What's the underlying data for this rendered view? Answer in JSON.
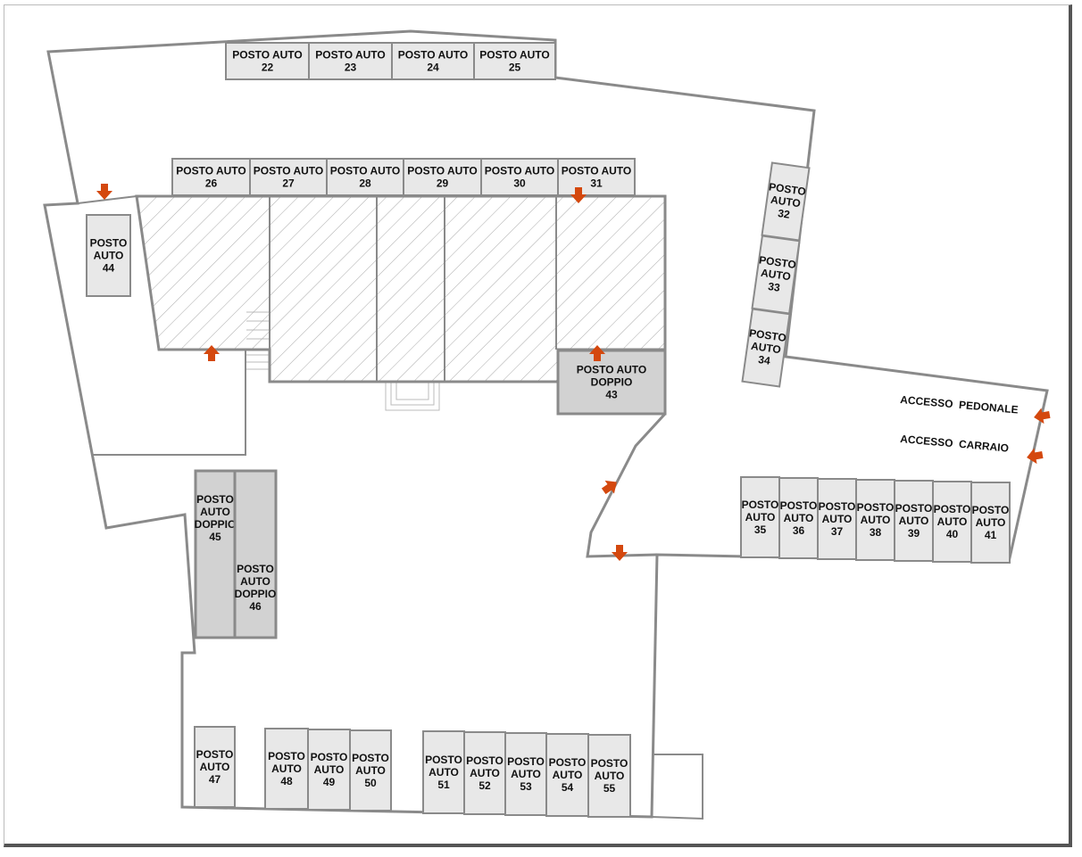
{
  "title": "Parking floor plan",
  "colors": {
    "wall": "#8a8a8a",
    "spot_fill": "#e8e8e8",
    "double_spot_fill": "#d2d2d2",
    "arrow": "#d4480e"
  },
  "spots": [
    {
      "id": "22",
      "lines": [
        "POSTO AUTO",
        "22"
      ]
    },
    {
      "id": "23",
      "lines": [
        "POSTO AUTO",
        "23"
      ]
    },
    {
      "id": "24",
      "lines": [
        "POSTO AUTO",
        "24"
      ]
    },
    {
      "id": "25",
      "lines": [
        "POSTO AUTO",
        "25"
      ]
    },
    {
      "id": "26",
      "lines": [
        "POSTO AUTO",
        "26"
      ]
    },
    {
      "id": "27",
      "lines": [
        "POSTO AUTO",
        "27"
      ]
    },
    {
      "id": "28",
      "lines": [
        "POSTO AUTO",
        "28"
      ]
    },
    {
      "id": "29",
      "lines": [
        "POSTO AUTO",
        "29"
      ]
    },
    {
      "id": "30",
      "lines": [
        "POSTO AUTO",
        "30"
      ]
    },
    {
      "id": "31",
      "lines": [
        "POSTO AUTO",
        "31"
      ]
    },
    {
      "id": "32",
      "lines": [
        "POSTO",
        "AUTO",
        "32"
      ]
    },
    {
      "id": "33",
      "lines": [
        "POSTO",
        "AUTO",
        "33"
      ]
    },
    {
      "id": "34",
      "lines": [
        "POSTO",
        "AUTO",
        "34"
      ]
    },
    {
      "id": "35",
      "lines": [
        "POSTO",
        "AUTO",
        "35"
      ]
    },
    {
      "id": "36",
      "lines": [
        "POSTO",
        "AUTO",
        "36"
      ]
    },
    {
      "id": "37",
      "lines": [
        "POSTO",
        "AUTO",
        "37"
      ]
    },
    {
      "id": "38",
      "lines": [
        "POSTO",
        "AUTO",
        "38"
      ]
    },
    {
      "id": "39",
      "lines": [
        "POSTO",
        "AUTO",
        "39"
      ]
    },
    {
      "id": "40",
      "lines": [
        "POSTO",
        "AUTO",
        "40"
      ]
    },
    {
      "id": "41",
      "lines": [
        "POSTO",
        "AUTO",
        "41"
      ]
    },
    {
      "id": "43",
      "lines": [
        "POSTO AUTO",
        "DOPPIO",
        "43"
      ],
      "double": true
    },
    {
      "id": "44",
      "lines": [
        "POSTO",
        "AUTO",
        "44"
      ]
    },
    {
      "id": "45",
      "lines": [
        "POSTO",
        "AUTO",
        "DOPPIO",
        "45"
      ],
      "double": true
    },
    {
      "id": "46",
      "lines": [
        "POSTO",
        "AUTO",
        "DOPPIO",
        "46"
      ],
      "double": true
    },
    {
      "id": "47",
      "lines": [
        "POSTO",
        "AUTO",
        "47"
      ]
    },
    {
      "id": "48",
      "lines": [
        "POSTO",
        "AUTO",
        "48"
      ]
    },
    {
      "id": "49",
      "lines": [
        "POSTO",
        "AUTO",
        "49"
      ]
    },
    {
      "id": "50",
      "lines": [
        "POSTO",
        "AUTO",
        "50"
      ]
    },
    {
      "id": "51",
      "lines": [
        "POSTO",
        "AUTO",
        "51"
      ]
    },
    {
      "id": "52",
      "lines": [
        "POSTO",
        "AUTO",
        "52"
      ]
    },
    {
      "id": "53",
      "lines": [
        "POSTO",
        "AUTO",
        "53"
      ]
    },
    {
      "id": "54",
      "lines": [
        "POSTO",
        "AUTO",
        "54"
      ]
    },
    {
      "id": "55",
      "lines": [
        "POSTO",
        "AUTO",
        "55"
      ]
    }
  ],
  "access": {
    "pedestrian": "ACCESSO  PEDONALE",
    "vehicle": "ACCESSO  CARRAIO"
  }
}
